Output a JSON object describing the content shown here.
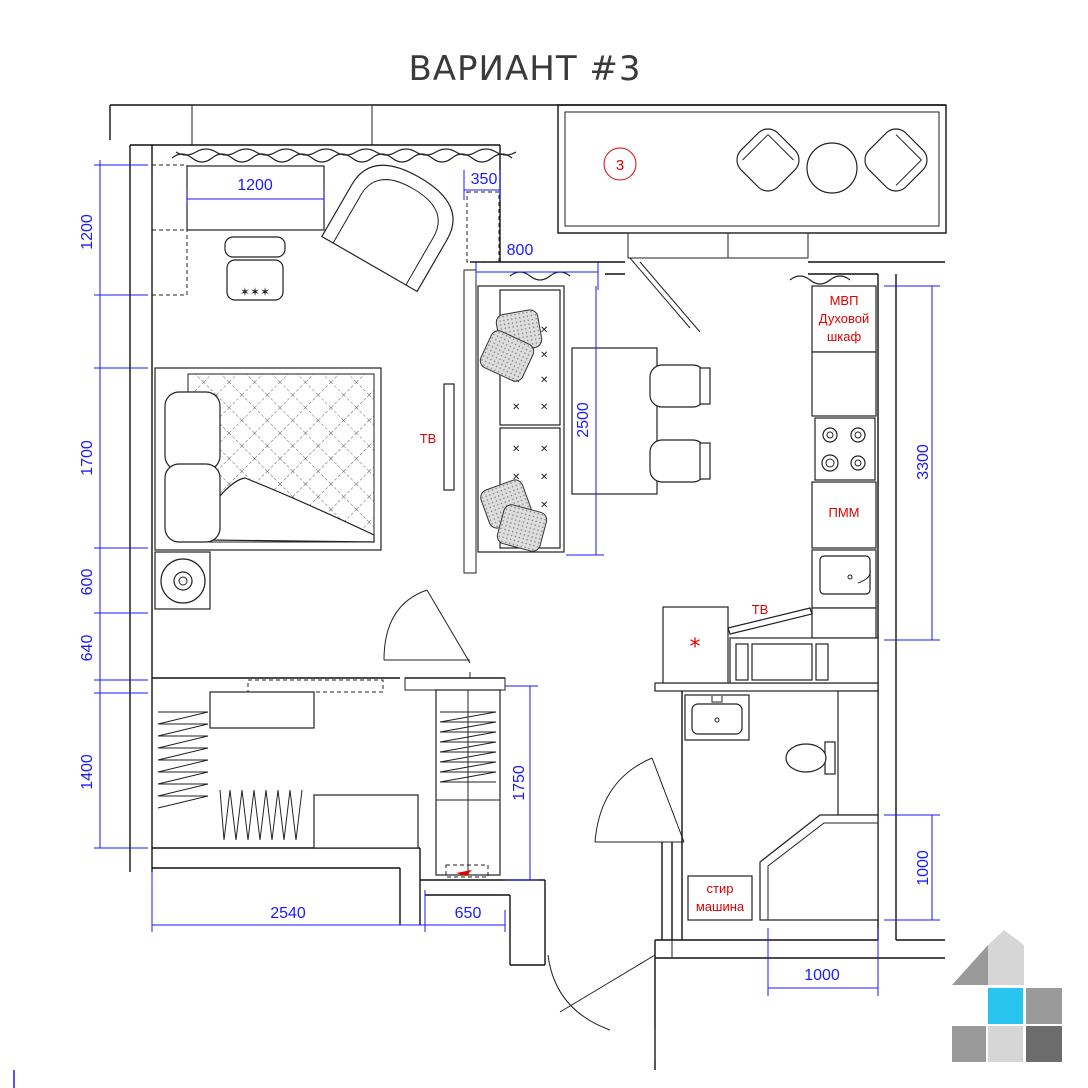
{
  "title": "ВАРИАНТ #3",
  "room_number": "3",
  "dimensions": {
    "desk_width": "1200",
    "wardrobe_small": "350",
    "passage": "800",
    "left_window_zone": "1200",
    "bed_zone": "1700",
    "left_600": "600",
    "left_640": "640",
    "left_1400": "1400",
    "bottom_2540": "2540",
    "bottom_650": "650",
    "closet_1750": "1750",
    "table_2500": "2500",
    "kitchen_3300": "3300",
    "bath_1000_right": "1000",
    "bath_1000_bottom": "1000"
  },
  "labels": {
    "tv_bedroom": "ТВ",
    "tv_kitchen": "ТВ",
    "mvp": "МВП",
    "oven_1": "Духовой",
    "oven_2": "шкаф",
    "dishwasher": "ПММ",
    "washer_1": "стир",
    "washer_2": "машина",
    "fridge_mark": "*"
  },
  "colors": {
    "dimension": "#1a1aff",
    "label": "#e00000",
    "wall": "#111111",
    "logo_cyan": "#29c4f0",
    "logo_gray_dark": "#6c6c6c",
    "logo_gray_mid": "#9a9a9a",
    "logo_gray_light": "#d6d6d6"
  }
}
